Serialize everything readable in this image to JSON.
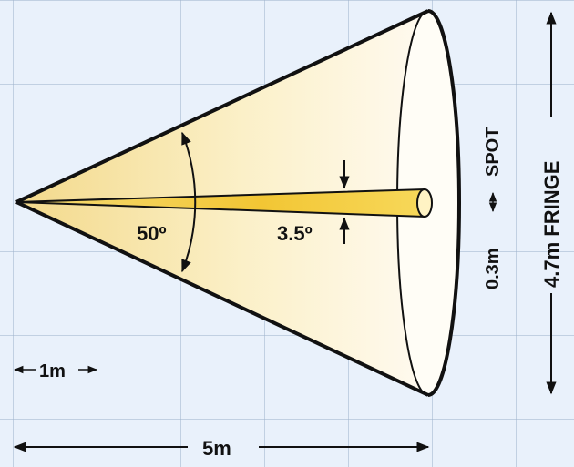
{
  "diagram": {
    "wide_angle": "50º",
    "narrow_angle": "3.5º",
    "spot_diameter": "0.3m",
    "spot_label": "SPOT",
    "fringe_label": "4.7m FRINGE",
    "scale_label": "1m",
    "distance_label": "5m"
  },
  "colors": {
    "background": "#e9f1fb",
    "grid": "#a0b4cd",
    "cone_light": "#f7e7b0",
    "spot_beam": "#f3c93a",
    "outline": "#111111"
  }
}
